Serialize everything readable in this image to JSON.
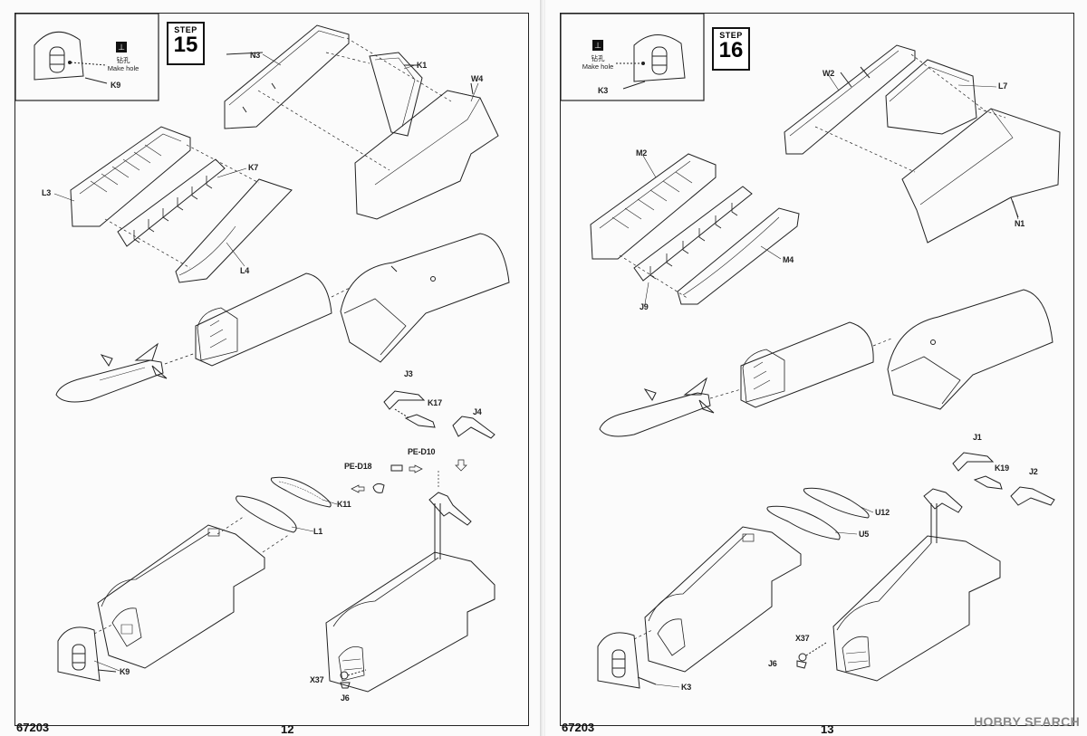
{
  "left_page": {
    "step_word": "STEP",
    "step_number": "15",
    "inset": {
      "hole_cn": "钻孔",
      "hole_en": "Make hole",
      "part": "K9"
    },
    "labels": {
      "n3": "N3",
      "k1": "K1",
      "w4": "W4",
      "k7": "K7",
      "l3": "L3",
      "l4": "L4",
      "j3": "J3",
      "k17": "K17",
      "j4": "J4",
      "pe_d18": "PE-D18",
      "pe_d10": "PE-D10",
      "k11": "K11",
      "l1": "L1",
      "k9": "K9",
      "x37": "X37",
      "j6": "J6"
    },
    "product_code": "67203",
    "page_number": "12"
  },
  "right_page": {
    "step_word": "STEP",
    "step_number": "16",
    "inset": {
      "hole_cn": "钻孔",
      "hole_en": "Make hole",
      "part": "K3"
    },
    "labels": {
      "w2": "W2",
      "l7": "L7",
      "n1": "N1",
      "m2": "M2",
      "m4": "M4",
      "j9": "J9",
      "j1": "J1",
      "k19": "K19",
      "j2": "J2",
      "u12": "U12",
      "u5": "U5",
      "x37": "X37",
      "j6": "J6",
      "k3": "K3"
    },
    "product_code": "67203",
    "page_number": "13"
  },
  "watermark": "HOBBY SEARCH"
}
